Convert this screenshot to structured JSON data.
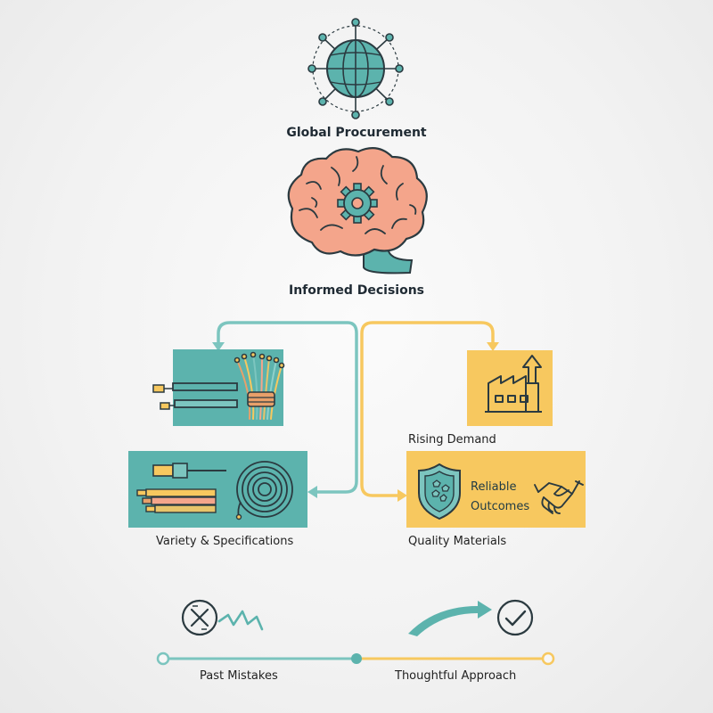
{
  "nodes": {
    "global_procurement": "Global Procurement",
    "informed_decisions": "Informed Decisions",
    "variety_specifications": "Variety & Specifications",
    "rising_demand": "Rising Demand",
    "quality_materials": "Quality Materials",
    "reliable_outcomes_line1": "Reliable",
    "reliable_outcomes_line2": "Outcomes"
  },
  "timeline": {
    "past_mistakes": "Past Mistakes",
    "thoughtful_approach": "Thoughtful Approach"
  },
  "colors": {
    "teal": "#5cb3ad",
    "teal_light": "#7cc5bf",
    "yellow": "#f7c85f",
    "brain_pink": "#f4a58b",
    "outline": "#2b3a40"
  },
  "icons": {
    "globe": "globe-network-icon",
    "brain": "brain-gear-icon",
    "cables": "cable-bundle-icon",
    "factory": "factory-arrow-icon",
    "wires": "wire-coil-icon",
    "shield": "shield-icon",
    "handshake": "handshake-icon",
    "cross": "x-circle-icon",
    "check": "check-circle-icon"
  }
}
